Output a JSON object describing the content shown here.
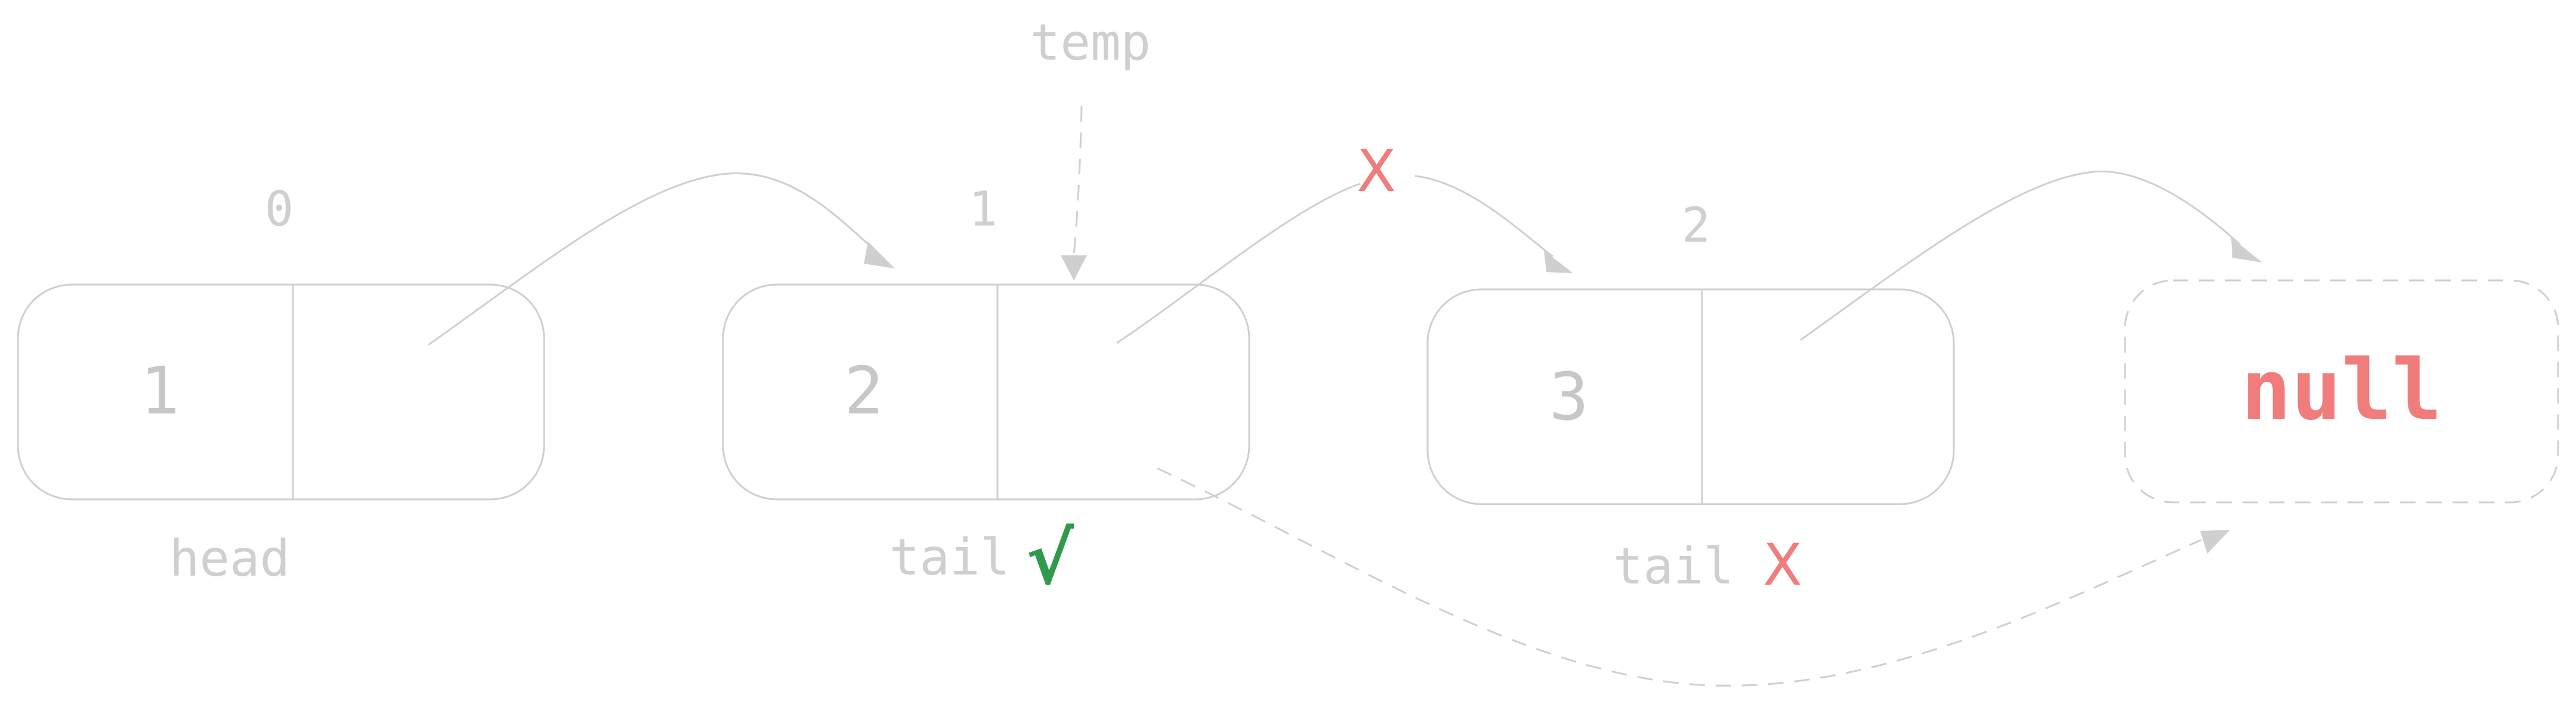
{
  "diagram": {
    "nodes": [
      {
        "index": "0",
        "value": "1",
        "label": "head"
      },
      {
        "index": "1",
        "value": "2",
        "label": "tail",
        "mark": "√"
      },
      {
        "index": "2",
        "value": "3",
        "label": "tail",
        "mark": "X"
      }
    ],
    "null_node": {
      "text": "null"
    },
    "pointer": {
      "label": "temp"
    },
    "broken_link_mark": "X",
    "colors": {
      "line": "#cfcfcf",
      "text_muted": "#cccccc",
      "null_red": "#f07c7c",
      "check_green": "#2f9a4c"
    }
  }
}
